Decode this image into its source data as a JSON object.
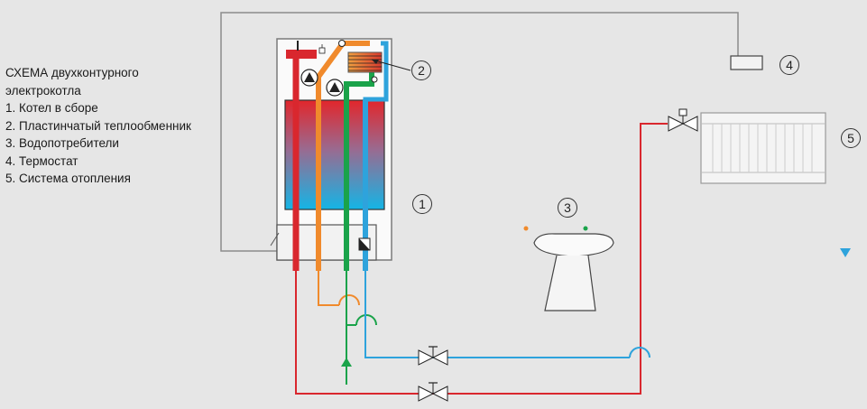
{
  "legend": {
    "title_line1": "СХЕМА двухконтурного",
    "title_line2": "электрокотла",
    "items": [
      "1. Котел в сборе",
      "2. Пластинчатый теплообменник",
      "3. Водопотребители",
      "4. Термостат",
      "5. Система отопления"
    ]
  },
  "callouts": [
    "1",
    "2",
    "3",
    "4",
    "5"
  ],
  "colors": {
    "hot_supply": "#d9272e",
    "dhw_hot": "#f08a2c",
    "cold_water": "#1aa34a",
    "return": "#2ea3dc",
    "thermostat_wire": "#8c8c8c"
  },
  "icons": [
    "pump-icon",
    "valve-icon",
    "flow-arrow-icon",
    "radiator-icon",
    "sink-icon",
    "thermostat-icon",
    "heat-exchanger-icon"
  ]
}
